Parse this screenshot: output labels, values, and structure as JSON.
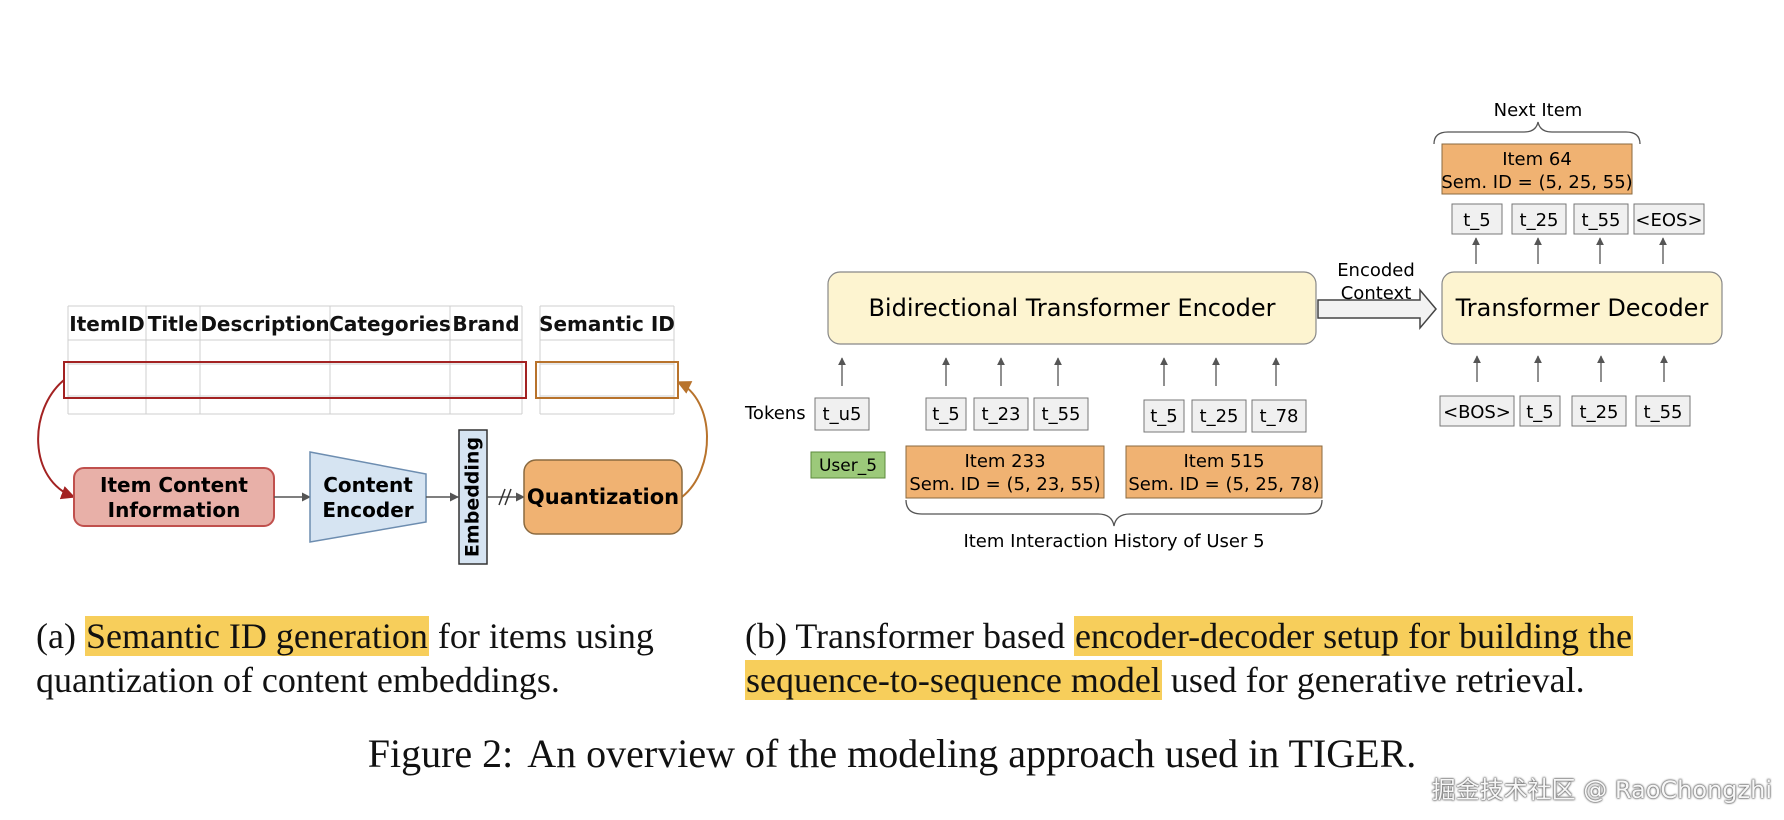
{
  "panel_a": {
    "table_headers": [
      "ItemID",
      "Title",
      "Description",
      "Categories",
      "Brand"
    ],
    "semantic_id_header": "Semantic ID",
    "item_content_info": [
      "Item Content",
      "Information"
    ],
    "content_encoder": [
      "Content",
      "Encoder"
    ],
    "embedding": "Embedding",
    "quantization": "Quantization",
    "caption_label": "(a)",
    "caption_highlight": "Semantic ID generation",
    "caption_rest1": " for items using",
    "caption_line2": "quantization of content embeddings."
  },
  "panel_b": {
    "encoder_label": "Bidirectional Transformer Encoder",
    "decoder_label": "Transformer Decoder",
    "encoded_context": [
      "Encoded",
      "Context"
    ],
    "tokens_label": "Tokens",
    "user_token": "t_u5",
    "user_label": "User_5",
    "item233_tokens": [
      "t_5",
      "t_23",
      "t_55"
    ],
    "item515_tokens": [
      "t_5",
      "t_25",
      "t_78"
    ],
    "item233": [
      "Item 233",
      "Sem. ID = (5, 23, 55)"
    ],
    "item515": [
      "Item 515",
      "Sem. ID = (5, 25, 78)"
    ],
    "history_label": "Item Interaction History of User 5",
    "decoder_inputs": [
      "<BOS>",
      "t_5",
      "t_25",
      "t_55"
    ],
    "decoder_outputs": [
      "t_5",
      "t_25",
      "t_55",
      "<EOS>"
    ],
    "next_item_label": "Next Item",
    "item64": [
      "Item 64",
      "Sem. ID = (5, 25, 55)"
    ],
    "caption_label": "(b)",
    "caption_text1": " Transformer based ",
    "caption_highlight1": "encoder-decoder setup for building the",
    "caption_highlight2": "sequence-to-sequence model",
    "caption_rest": " used for generative retrieval."
  },
  "figure_caption": {
    "label": "Figure 2:",
    "text": "An overview of the modeling approach used in TIGER."
  },
  "watermark": "掘金技术社区 @ RaoChongzhi",
  "colors": {
    "orange": "#f0b272",
    "pink": "#e8b0a8",
    "pink_border": "#c0504d",
    "blue": "#d6e4f2",
    "green": "#9cc97a",
    "cream": "#fdf4d0",
    "highlight": "#f7ce5b",
    "red_outline": "#a32222",
    "orange_outline": "#b8732c"
  }
}
